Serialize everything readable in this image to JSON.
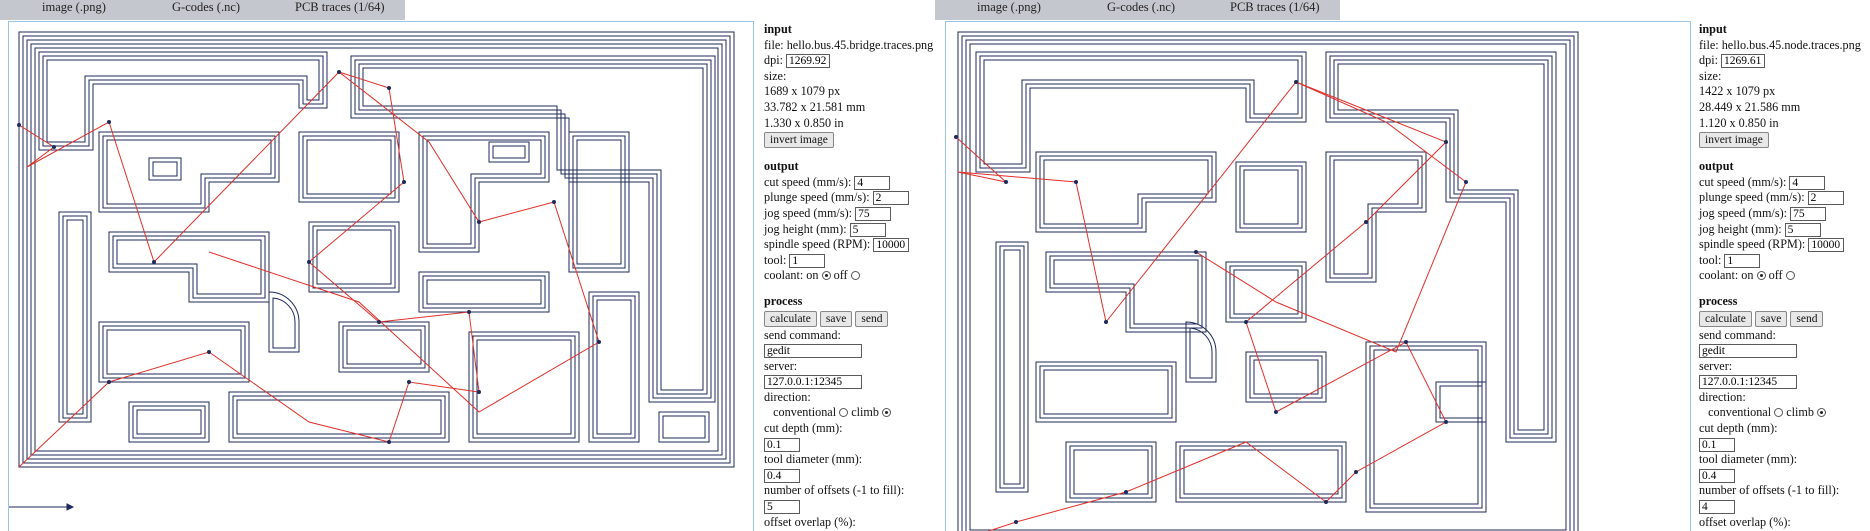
{
  "tabs": [
    "image (.png)",
    "G-codes (.nc)",
    "PCB traces (1/64)"
  ],
  "panels": [
    {
      "input": {
        "heading": "input",
        "file_label": "file:",
        "file": "hello.bus.45.bridge.traces.png",
        "dpi_label": "dpi:",
        "dpi": "1269.92",
        "size_label": "size:",
        "size_px": "1689 x 1079 px",
        "size_mm": "33.782 x 21.581 mm",
        "size_in": "1.330 x 0.850 in",
        "invert_button": "invert image"
      },
      "output": {
        "heading": "output",
        "cut_speed_label": "cut speed (mm/s):",
        "cut_speed": "4",
        "plunge_speed_label": "plunge speed (mm/s):",
        "plunge_speed": "2",
        "jog_speed_label": "jog speed (mm/s):",
        "jog_speed": "75",
        "jog_height_label": "jog height (mm):",
        "jog_height": "5",
        "spindle_label": "spindle speed (RPM):",
        "spindle": "10000",
        "tool_label": "tool:",
        "tool": "1",
        "coolant_label": "coolant: on",
        "coolant_off": "off",
        "coolant": "on"
      },
      "process": {
        "heading": "process",
        "calculate": "calculate",
        "save": "save",
        "send": "send",
        "send_command_label": "send command:",
        "send_command": "gedit",
        "server_label": "server:",
        "server": "127.0.0.1:12345",
        "direction_label": "direction:",
        "conventional": "conventional",
        "climb": "climb",
        "direction": "climb",
        "cut_depth_label": "cut depth (mm):",
        "cut_depth": "0.1",
        "tool_diameter_label": "tool diameter (mm):",
        "tool_diameter": "0.4",
        "offsets_label": "number of offsets (-1 to fill):",
        "offsets": "5",
        "overlap_label": "offset overlap (%):"
      }
    },
    {
      "input": {
        "heading": "input",
        "file_label": "file:",
        "file": "hello.bus.45.node.traces.png",
        "dpi_label": "dpi:",
        "dpi": "1269.61",
        "size_label": "size:",
        "size_px": "1422 x 1079 px",
        "size_mm": "28.449 x 21.586 mm",
        "size_in": "1.120 x 0.850 in",
        "invert_button": "invert image"
      },
      "output": {
        "heading": "output",
        "cut_speed_label": "cut speed (mm/s):",
        "cut_speed": "4",
        "plunge_speed_label": "plunge speed (mm/s):",
        "plunge_speed": "2",
        "jog_speed_label": "jog speed (mm/s):",
        "jog_speed": "75",
        "jog_height_label": "jog height (mm):",
        "jog_height": "5",
        "spindle_label": "spindle speed (RPM):",
        "spindle": "10000",
        "tool_label": "tool:",
        "tool": "1",
        "coolant_label": "coolant: on",
        "coolant_off": "off",
        "coolant": "on"
      },
      "process": {
        "heading": "process",
        "calculate": "calculate",
        "save": "save",
        "send": "send",
        "send_command_label": "send command:",
        "send_command": "gedit",
        "server_label": "server:",
        "server": "127.0.0.1:12345",
        "direction_label": "direction:",
        "conventional": "conventional",
        "climb": "climb",
        "direction": "climb",
        "cut_depth_label": "cut depth (mm):",
        "cut_depth": "0.1",
        "tool_diameter_label": "tool diameter (mm):",
        "tool_diameter": "0.4",
        "offsets_label": "number of offsets (-1 to fill):",
        "offsets": "4",
        "overlap_label": "offset overlap (%):"
      }
    }
  ],
  "colors": {
    "trace": "#1e2a5a",
    "jog": "#e0302a",
    "tabbar": "#c5c7cf",
    "frame": "#9cc3e4"
  }
}
